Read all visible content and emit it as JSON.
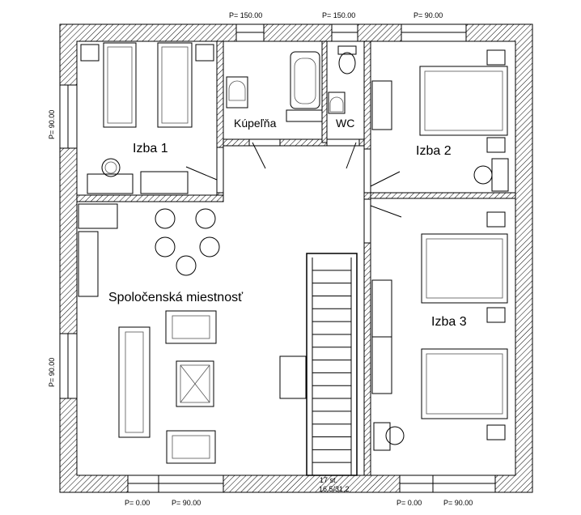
{
  "rooms": {
    "izba1": "Izba 1",
    "kupelna": "Kúpeľňa",
    "wc": "WC",
    "izba2": "Izba 2",
    "spolocenska": "Spoločenská miestnosť",
    "izba3": "Izba 3"
  },
  "windows": {
    "top_left": "P= 150.00",
    "top_mid": "P= 150.00",
    "top_right": "P= 90.00",
    "left_top": "P= 90.00",
    "left_bottom": "P= 90.00",
    "bottom_left_a": "P= 0.00",
    "bottom_left_b": "P= 90.00",
    "bottom_right_a": "P= 0.00",
    "bottom_right_b": "P= 90.00"
  },
  "stairs": {
    "count": "17 st.",
    "ratio": "16.5/31.2"
  }
}
